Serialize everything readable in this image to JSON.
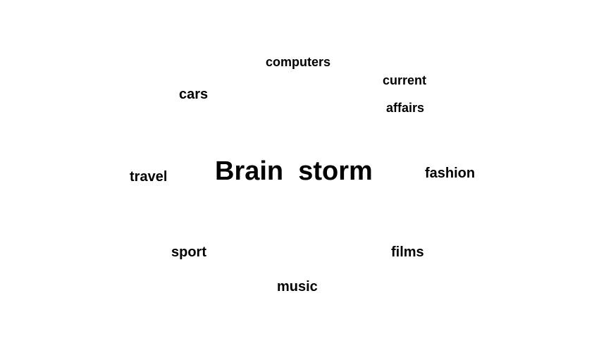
{
  "title": "Brain  storm",
  "words": {
    "computers": "computers",
    "current": "current",
    "affairs": "affairs",
    "cars": "cars",
    "travel": "travel",
    "fashion": "fashion",
    "sport": "sport",
    "films": "films",
    "music": "music"
  },
  "colors": {
    "background": "#ffffff",
    "text": "#000000"
  }
}
